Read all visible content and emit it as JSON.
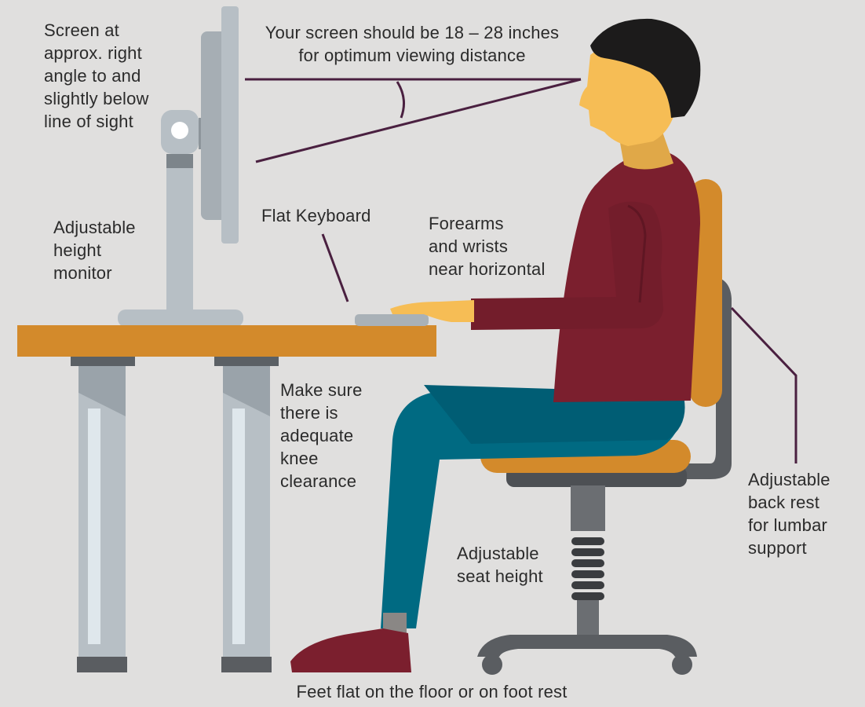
{
  "labels": {
    "screen_angle": [
      "Screen at",
      "approx. right",
      "angle to and",
      "slightly below",
      "line of sight"
    ],
    "viewing_distance": [
      "Your screen should be 18 – 28 inches",
      "for optimum viewing distance"
    ],
    "monitor_height": [
      "Adjustable",
      "height",
      "monitor"
    ],
    "keyboard": [
      "Flat Keyboard"
    ],
    "forearms": [
      "Forearms",
      "and wrists",
      "near horizontal"
    ],
    "knee_clearance": [
      "Make sure",
      "there is",
      "adequate",
      "knee",
      "clearance"
    ],
    "seat_height": [
      "Adjustable",
      "seat height"
    ],
    "back_rest": [
      "Adjustable",
      "back rest",
      "for lumbar",
      "support"
    ],
    "feet": [
      "Feet flat on the floor or on foot rest"
    ]
  },
  "colors": {
    "background": "#e0dfde",
    "desk": "#d38a2b",
    "metal": "#a9b1b7",
    "dark_metal": "#5a5d61",
    "shirt": "#7b1f2e",
    "pants": "#006a82",
    "skin": "#f6bd55",
    "hair": "#1c1b1b",
    "line": "#4a2040"
  }
}
